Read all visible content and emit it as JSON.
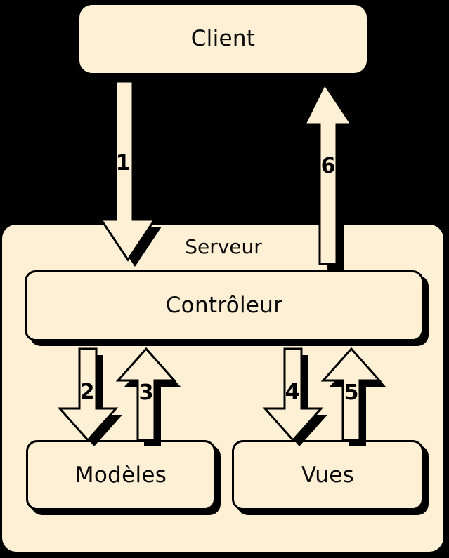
{
  "diagram": {
    "title_nodes": {
      "client": "Client",
      "serveur": "Serveur",
      "controleur": "Contrôleur",
      "modeles": "Modèles",
      "vues": "Vues"
    },
    "steps": {
      "s1": "1",
      "s2": "2",
      "s3": "3",
      "s4": "4",
      "s5": "5",
      "s6": "6"
    },
    "colors": {
      "background": "#000000",
      "node_fill": "#FDF0D5",
      "stroke": "#000000",
      "text": "#0A0A0A"
    },
    "flows": [
      {
        "id": "1",
        "from": "Client",
        "to": "Contrôleur",
        "direction": "down"
      },
      {
        "id": "2",
        "from": "Contrôleur",
        "to": "Modèles",
        "direction": "down"
      },
      {
        "id": "3",
        "from": "Modèles",
        "to": "Contrôleur",
        "direction": "up"
      },
      {
        "id": "4",
        "from": "Contrôleur",
        "to": "Vues",
        "direction": "down"
      },
      {
        "id": "5",
        "from": "Vues",
        "to": "Contrôleur",
        "direction": "up"
      },
      {
        "id": "6",
        "from": "Contrôleur",
        "to": "Client",
        "direction": "up"
      }
    ]
  }
}
